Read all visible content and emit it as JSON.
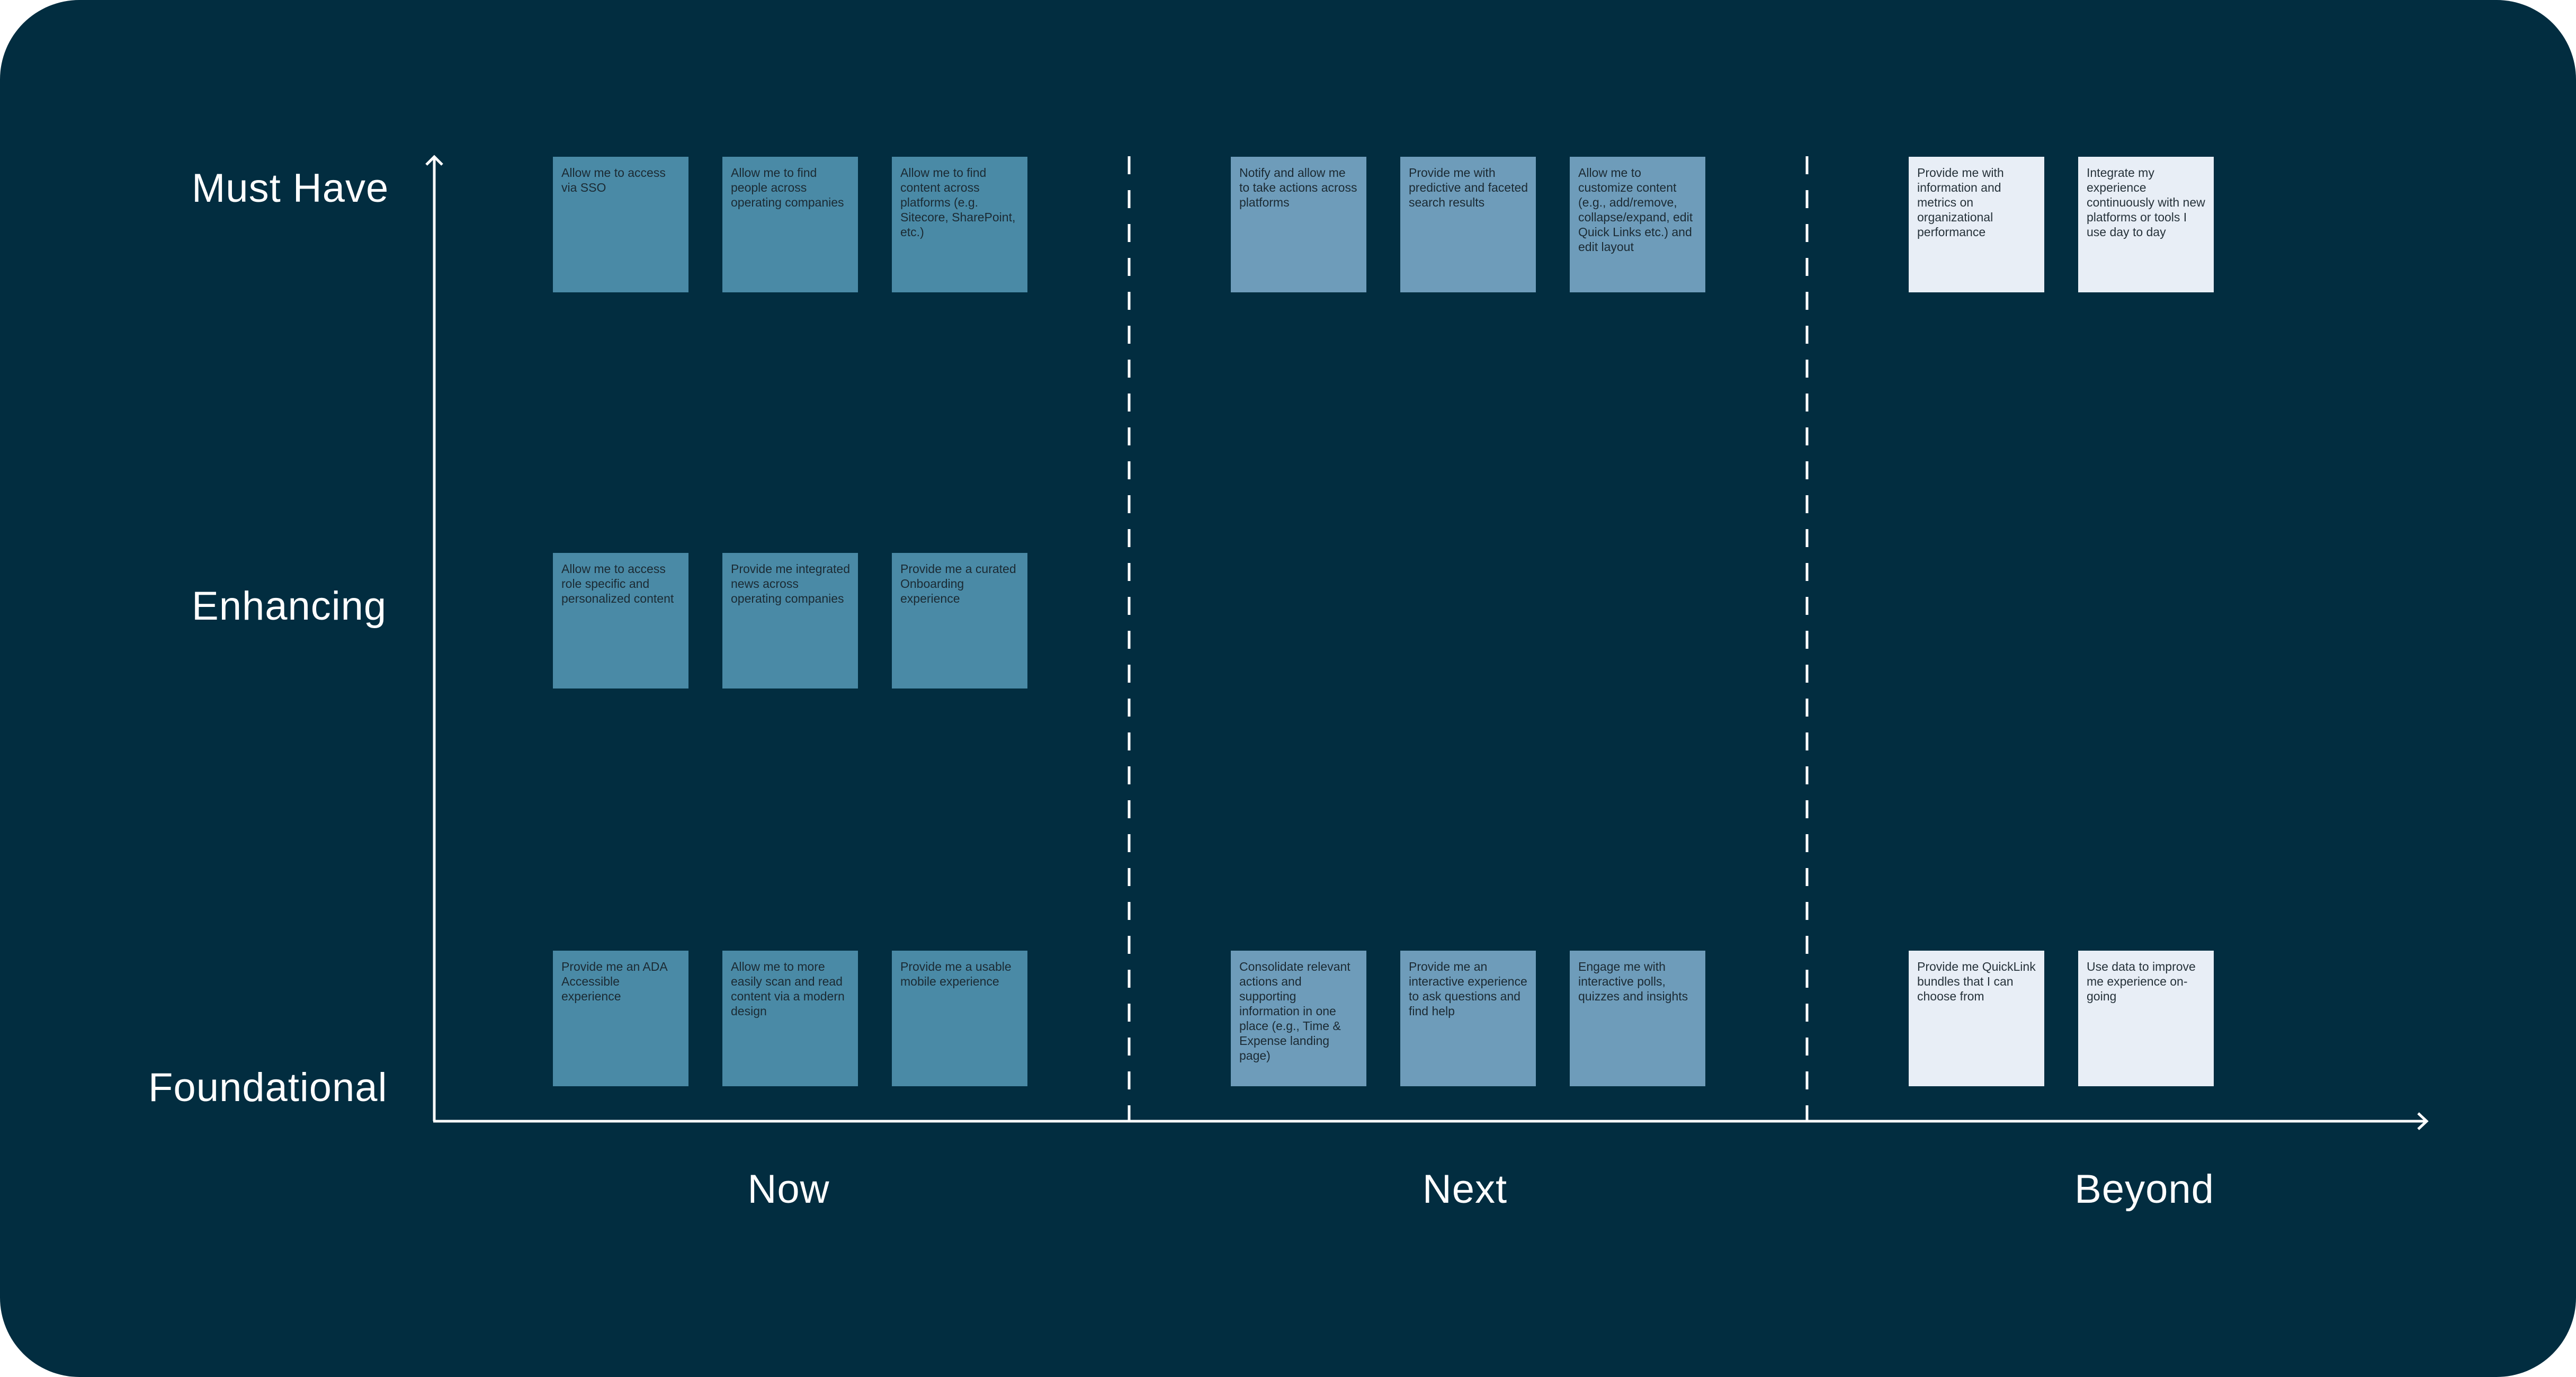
{
  "rows": [
    "Must Have",
    "Enhancing",
    "Foundational"
  ],
  "columns": [
    "Now",
    "Next",
    "Beyond"
  ],
  "colors": {
    "background": "#022d40",
    "now": "#4a8aa6",
    "next": "#6e9cba",
    "beyond": "#e8eef6",
    "axis": "#ffffff"
  },
  "notes": {
    "now": {
      "must_have": [
        "Allow me to access via SSO",
        "Allow me to find people across operating companies",
        "Allow me to find content across platforms (e.g. Sitecore, SharePoint, etc.)"
      ],
      "enhancing": [
        "Allow me to access role specific and personalized content",
        "Provide me integrated news across operating companies",
        "Provide me a curated Onboarding experience"
      ],
      "foundational": [
        "Provide me an ADA Accessible experience",
        "Allow me to more easily scan and read content via a modern design",
        "Provide me a usable mobile experience"
      ]
    },
    "next": {
      "must_have": [
        "Notify and allow me to take actions across platforms",
        "Provide me with predictive and faceted search results",
        "Allow me to customize content (e.g., add/remove, collapse/expand, edit Quick Links etc.) and edit layout"
      ],
      "foundational": [
        "Consolidate relevant actions and supporting information in one place (e.g., Time & Expense landing page)",
        "Provide me an interactive experience to ask questions and find help",
        "Engage me with interactive polls, quizzes and insights"
      ]
    },
    "beyond": {
      "must_have": [
        "Provide me with information and metrics on organizational performance",
        "Integrate my experience continuously with new platforms or tools I use day to day"
      ],
      "foundational": [
        "Provide me QuickLink bundles that I can choose from",
        "Use data to improve me experience on-going"
      ]
    }
  }
}
